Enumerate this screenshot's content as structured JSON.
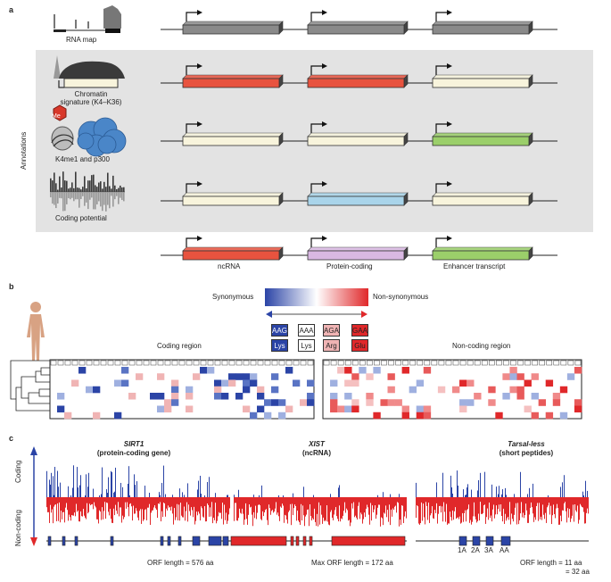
{
  "panels": {
    "a": "a",
    "b": "b",
    "c": "c"
  },
  "panel_a": {
    "rna_map_label": "RNA map",
    "annotations_label": "Annotations",
    "chromatin_label_1": "Chromatin",
    "chromatin_label_2": "signature (K4–K36)",
    "k4me1_label": "K4me1 and p300",
    "me_label": "Me",
    "coding_potential_label": "Coding potential",
    "legend": {
      "ncrna": "ncRNA",
      "protein": "Protein-coding",
      "enhancer": "Enhancer transcript"
    },
    "colors": {
      "grey": "#8a8a8a",
      "ncrna": "#e8533f",
      "neutral": "#f8f4dc",
      "protein": "#a9d4ea",
      "enhancer": "#9bcf6a",
      "legend_protein": "#d9b8e2",
      "panel_bg": "#e3e3e3"
    }
  },
  "panel_b": {
    "scale_left": "Synonymous",
    "scale_right": "Non-synonymous",
    "codons": [
      "AAG",
      "AAA",
      "AGA",
      "GAA"
    ],
    "amino_acids": [
      "Lys",
      "Lys",
      "Arg",
      "Glu"
    ],
    "coding_region": "Coding region",
    "noncoding_region": "Non-coding region"
  },
  "panel_c": {
    "axis_coding": "Coding",
    "axis_noncoding": "Non-coding",
    "genes": [
      {
        "name": "SIRT1",
        "desc": "(protein-coding gene)",
        "orf": "ORF length = 576 aa"
      },
      {
        "name": "XIST",
        "desc": "(ncRNA)",
        "orf": "Max ORF length = 172 aa"
      },
      {
        "name": "Tarsal-less",
        "desc": "(short peptides)",
        "orf": "ORF length = 11 aa",
        "orf2": "= 32 aa"
      }
    ],
    "peptide_labels": [
      "1A",
      "2A",
      "3A",
      "AA"
    ]
  }
}
